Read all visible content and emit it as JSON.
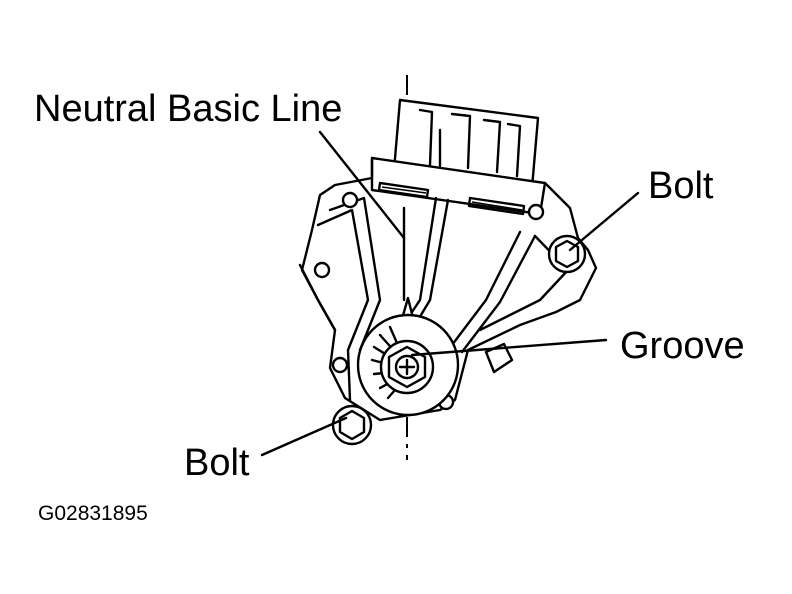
{
  "labels": {
    "neutral_basic_line": "Neutral Basic Line",
    "bolt_top": "Bolt",
    "groove": "Groove",
    "bolt_bottom": "Bolt",
    "figure_id": "G02831895"
  }
}
